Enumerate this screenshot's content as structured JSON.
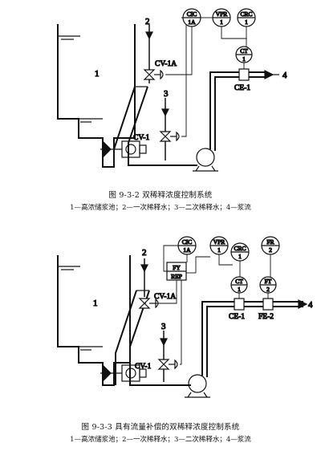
{
  "figure1": {
    "tank_label": "1",
    "stream2_label": "2",
    "stream3_label": "3",
    "stream4_label": "4",
    "cic": {
      "line1": "CIC",
      "line2": "1A"
    },
    "vpr": {
      "line1": "VPR",
      "line2": "1"
    },
    "crc": {
      "line1": "CRC",
      "line2": "1"
    },
    "ct": {
      "line1": "CT",
      "line2": "1"
    },
    "valve_a_label": "CV-1A",
    "valve_b_label": "CV-1",
    "ce_label": "CE-1",
    "caption_title": "图 9-3-2 双稀释浓度控制系统",
    "caption_legend": "1—高浓储浆池；2—一次稀释水；3—二次稀释水；4—浆流"
  },
  "figure2": {
    "tank_label": "1",
    "stream2_label": "2",
    "stream3_label": "3",
    "stream4_label": "4",
    "cic": {
      "line1": "CIC",
      "line2": "1A"
    },
    "vpr": {
      "line1": "VPR",
      "line2": "1"
    },
    "crc": {
      "line1": "CRC",
      "line2": "1"
    },
    "fr": {
      "line1": "FR",
      "line2": "2"
    },
    "ct": {
      "line1": "CT",
      "line2": "1"
    },
    "ft": {
      "line1": "FT",
      "line2": "2"
    },
    "fy": {
      "line1": "FY",
      "line2": "REP"
    },
    "valve_a_label": "CV-1A",
    "valve_b_label": "CV-1",
    "ce_label": "CE-1",
    "fe_label": "FE-2",
    "caption_title": "图 9-3-3 具有流量补偿的双稀释浓度控制系统",
    "caption_legend": "1—高浓储浆池；2—一次稀释水；3—二次稀释水；4—浆流"
  }
}
